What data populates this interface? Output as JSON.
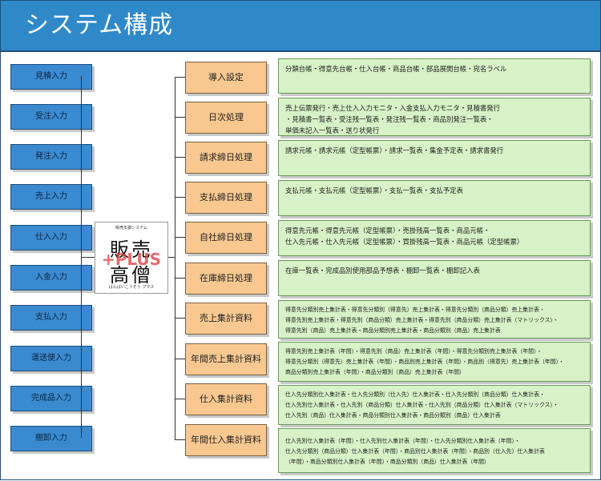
{
  "header": {
    "title": "システム構成"
  },
  "inputs": [
    "見積入力",
    "受注入力",
    "発注入力",
    "売上入力",
    "仕入入力",
    "入金入力",
    "支払入力",
    "運送便入力",
    "完成品入力",
    "棚卸入力"
  ],
  "logo": {
    "caption": "販売支援システム",
    "row1": "販売",
    "plus": "+PLUS",
    "row2": "高僧",
    "sub": "はんばいこうそう プラス"
  },
  "processes": [
    {
      "label": "導入設定",
      "lines": [
        "分類台帳・得意先台帳・仕入台帳・商品台帳・部品展開台帳・宛名ラベル"
      ]
    },
    {
      "label": "日次処理",
      "lines": [
        "売上伝票発行・売上仕入入力モニタ・入金支払入力モニタ・見積書発行",
        "・見積書一覧表・受注残一覧表・発注残一覧表・商品別発注一覧表・",
        "単価未記入一覧表・送り状発行"
      ]
    },
    {
      "label": "請求締日処理",
      "lines": [
        "請求元帳・請求元帳（定型帳票）・請求一覧表・集金予定表・請求書発行"
      ]
    },
    {
      "label": "支払締日処理",
      "lines": [
        "支払元帳・支払元帳（定型帳票）・支払一覧表・支払予定表"
      ]
    },
    {
      "label": "自社締日処理",
      "lines": [
        "得意先元帳・得意先元帳（定型帳票）・売掛残高一覧表・商品元帳・",
        "仕入先元帳・仕入先元帳（定型帳票）・買掛残高一覧表・商品元帳（定型帳票）"
      ]
    },
    {
      "label": "在庫締日処理",
      "lines": [
        "在庫一覧表・完成品別使用部品予想表・棚卸一覧表・棚卸記入表"
      ]
    },
    {
      "label": "売上集計資料",
      "lines": [
        "得意先分類別売上集計表・得意先分類別（得意先）売上集計表・得意先分類別（商品分類）売上集計表・",
        "得意先別売上集計表・得意先別（商品分類）売上集計表・得意先別（商品分類）売上集計表（マトリックス）・",
        "得意先別（商品）売上集計表・商品分類別売上集計表・商品分類別（商品）売上集計表"
      ]
    },
    {
      "label": "年間売上集計資料",
      "lines": [
        "得意先別売上集計表（年間）・得意先別（商品）売上集計表（年間）・得意先分類別売上集計表（年間）・",
        "得意先分類別（得意先）売上集計表（年間）・商品別売上集計表（年間）・商品別（得意先）売上集計表（年間）・",
        "商品分類別売上集計表（年間）・商品分類別（商品）売上集計表（年間）"
      ]
    },
    {
      "label": "仕入集計資料",
      "lines": [
        "仕入先分類別仕入集計表・仕入先分類別（仕入先）仕入集計表・仕入先分類別（商品分類）仕入集計表・",
        "仕入先別仕入集計表・仕入先別（商品分類）仕入集計表・仕入先別（商品分類）仕入集計表（マトリックス）・",
        "仕入先別（商品）仕入集計表・商品分類別仕入集計表・商品分類別（商品）仕入集計表"
      ]
    },
    {
      "label": "年間仕入集計資料",
      "lines": [
        "仕入先別仕入集計表（年間）・仕入先別仕入集計表（年間）・仕入先分類別仕入集計表（年間）・",
        "仕入先分類別（商品分類）仕入集計表（年間）・商品別仕入集計表（年間）・商品別（仕入先）仕入集計表",
        "（年間）・商品分類別仕入集計表（年間）・商品分類別（商品）仕入集計表（年間）"
      ]
    }
  ]
}
